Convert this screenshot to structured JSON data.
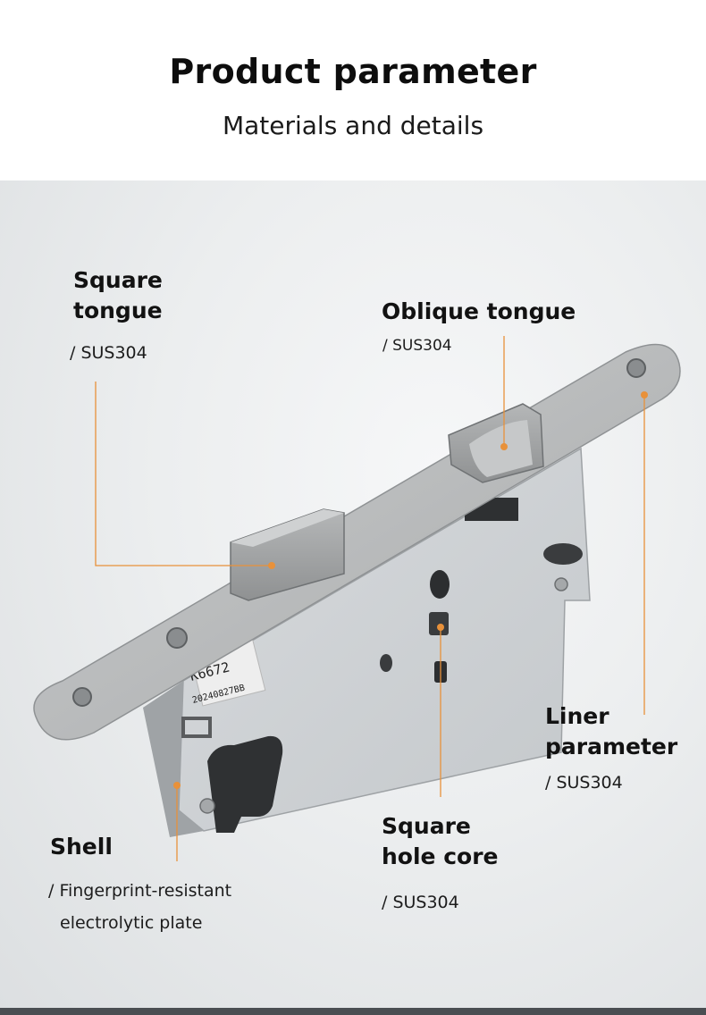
{
  "header": {
    "title": "Product parameter",
    "subtitle": "Materials and details"
  },
  "accent_color": "#e8913a",
  "labels": {
    "square_tongue": {
      "title_line1": "Square",
      "title_line2": "tongue",
      "material": "/ SUS304"
    },
    "oblique_tongue": {
      "title": "Oblique tongue",
      "material": "/ SUS304"
    },
    "liner": {
      "title_line1": "Liner",
      "title_line2": "parameter",
      "material": "/ SUS304"
    },
    "square_hole_core": {
      "title_line1": "Square",
      "title_line2": "hole core",
      "material": "/ SUS304"
    },
    "shell": {
      "title": "Shell",
      "material_line1": "/ Fingerprint-resistant",
      "material_line2": "electrolytic plate"
    }
  },
  "product_markings": {
    "line1": "K6672",
    "line2": "20240827BB"
  }
}
